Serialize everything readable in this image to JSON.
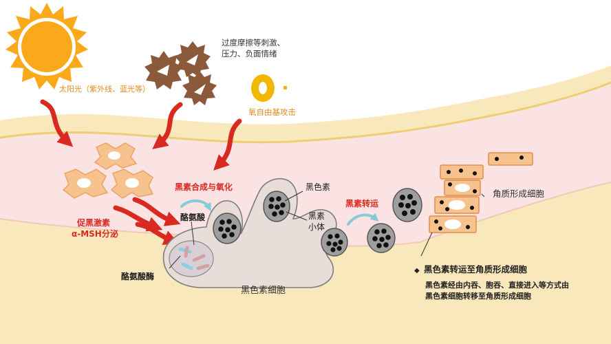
{
  "labels": {
    "sun": "太阳光（紫外线、蓝光等）",
    "stress_line1": "过度摩擦等刺激、",
    "stress_line2": "压力、负面情绪",
    "free_radical": "氧自由基攻击",
    "msh_line1": "促黑激素",
    "msh_line2": "α-MSH分泌",
    "synthesis": "黑素合成与氧化",
    "tyrosine": "酪氨酸",
    "tyrosinase": "酪氨酸酶",
    "melanin": "黑色素",
    "melanosome_line1": "黑素",
    "melanosome_line2": "小体",
    "transport": "黑素转运",
    "melanocyte": "黑色素细胞",
    "keratinocyte": "角质形成细胞"
  },
  "note": {
    "bullet": "◆",
    "title": "黑色素转运至角质形成细胞",
    "line1": "黑色素经由内吞、胞吞、直接进入等方式由",
    "line2": "黑色素细胞转移至角质形成细胞"
  },
  "colors": {
    "sun": "#f9a91a",
    "arrow": "#d92a22",
    "orange_text": "#e08b1e",
    "red_text": "#d92a22",
    "dermis": "#fae8bd",
    "epidermis": "#fbe3e3",
    "surface": "#f6d98e",
    "melanocyte": "#e8ddd8",
    "keratinocyte": "#f6c38e"
  }
}
